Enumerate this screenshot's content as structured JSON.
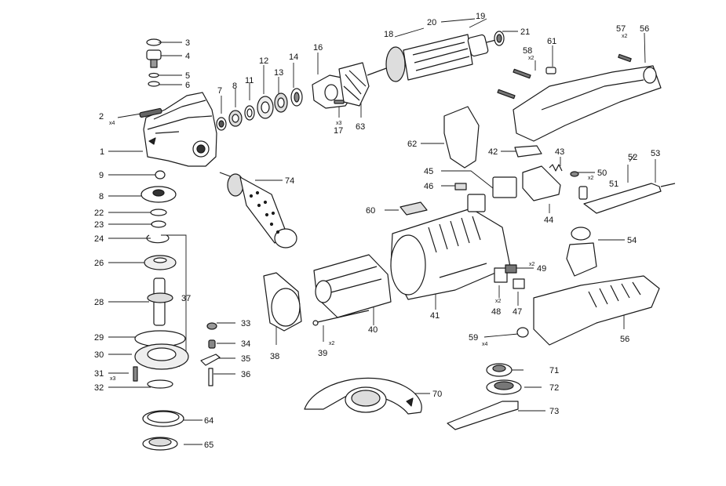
{
  "callouts": [
    {
      "id": "label-1",
      "text": "1"
    },
    {
      "id": "label-2",
      "text": "2",
      "mult": "x4"
    },
    {
      "id": "label-3",
      "text": "3"
    },
    {
      "id": "label-4",
      "text": "4"
    },
    {
      "id": "label-5",
      "text": "5"
    },
    {
      "id": "label-6",
      "text": "6"
    },
    {
      "id": "label-7",
      "text": "7"
    },
    {
      "id": "label-8",
      "text": "8"
    },
    {
      "id": "label-9",
      "text": "9"
    },
    {
      "id": "label-8b",
      "text": "8"
    },
    {
      "id": "label-11",
      "text": "11"
    },
    {
      "id": "label-12",
      "text": "12"
    },
    {
      "id": "label-13",
      "text": "13"
    },
    {
      "id": "label-14",
      "text": "14"
    },
    {
      "id": "label-16",
      "text": "16"
    },
    {
      "id": "label-17",
      "text": "17",
      "mult": "x3"
    },
    {
      "id": "label-18",
      "text": "18"
    },
    {
      "id": "label-19",
      "text": "19"
    },
    {
      "id": "label-20",
      "text": "20"
    },
    {
      "id": "label-21",
      "text": "21"
    },
    {
      "id": "label-22",
      "text": "22"
    },
    {
      "id": "label-23",
      "text": "23"
    },
    {
      "id": "label-24",
      "text": "24"
    },
    {
      "id": "label-26",
      "text": "26"
    },
    {
      "id": "label-28",
      "text": "28"
    },
    {
      "id": "label-29",
      "text": "29"
    },
    {
      "id": "label-30",
      "text": "30"
    },
    {
      "id": "label-31",
      "text": "31",
      "mult": "x3"
    },
    {
      "id": "label-32",
      "text": "32"
    },
    {
      "id": "label-33",
      "text": "33"
    },
    {
      "id": "label-34",
      "text": "34"
    },
    {
      "id": "label-35",
      "text": "35"
    },
    {
      "id": "label-36",
      "text": "36"
    },
    {
      "id": "label-37",
      "text": "37"
    },
    {
      "id": "label-38",
      "text": "38"
    },
    {
      "id": "label-39",
      "text": "39",
      "mult": "x2"
    },
    {
      "id": "label-40",
      "text": "40"
    },
    {
      "id": "label-41",
      "text": "41"
    },
    {
      "id": "label-42",
      "text": "42"
    },
    {
      "id": "label-43",
      "text": "43"
    },
    {
      "id": "label-44",
      "text": "44"
    },
    {
      "id": "label-45",
      "text": "45"
    },
    {
      "id": "label-46",
      "text": "46"
    },
    {
      "id": "label-47",
      "text": "47"
    },
    {
      "id": "label-48",
      "text": "48",
      "mult": "x2"
    },
    {
      "id": "label-49",
      "text": "49",
      "mult": "x2"
    },
    {
      "id": "label-50",
      "text": "50",
      "mult": "x2"
    },
    {
      "id": "label-51",
      "text": "51"
    },
    {
      "id": "label-52",
      "text": "52"
    },
    {
      "id": "label-53",
      "text": "53"
    },
    {
      "id": "label-54",
      "text": "54"
    },
    {
      "id": "label-56",
      "text": "56"
    },
    {
      "id": "label-56b",
      "text": "56"
    },
    {
      "id": "label-57",
      "text": "57",
      "mult": "x2"
    },
    {
      "id": "label-58",
      "text": "58",
      "mult": "x2"
    },
    {
      "id": "label-59",
      "text": "59",
      "mult": "x4"
    },
    {
      "id": "label-60",
      "text": "60"
    },
    {
      "id": "label-61",
      "text": "61"
    },
    {
      "id": "label-62",
      "text": "62"
    },
    {
      "id": "label-63",
      "text": "63"
    },
    {
      "id": "label-64",
      "text": "64"
    },
    {
      "id": "label-65",
      "text": "65"
    },
    {
      "id": "label-70",
      "text": "70"
    },
    {
      "id": "label-71",
      "text": "71"
    },
    {
      "id": "label-72",
      "text": "72"
    },
    {
      "id": "label-73",
      "text": "73"
    },
    {
      "id": "label-74",
      "text": "74"
    }
  ]
}
